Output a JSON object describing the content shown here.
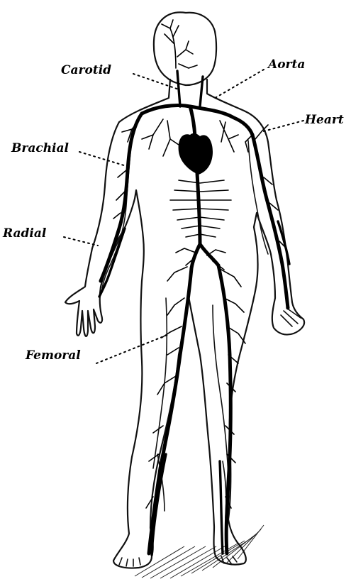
{
  "labels": {
    "carotid": "Carotid",
    "aorta": "Aorta",
    "heart": "Heart",
    "brachial": "Brachial",
    "radial": "Radial",
    "femoral": "Femoral"
  }
}
